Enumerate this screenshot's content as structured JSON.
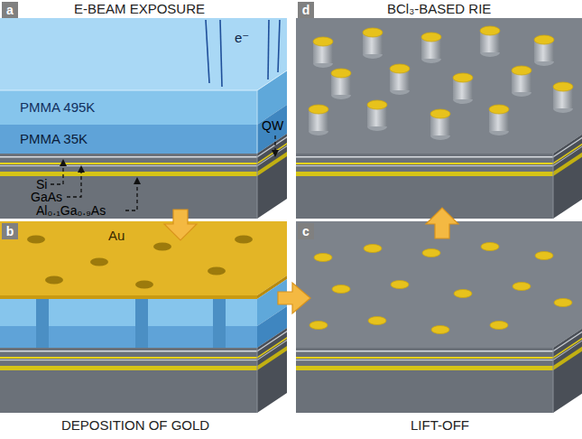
{
  "diagram": {
    "nodes": [
      {
        "text": [
          "a"
        ]
      },
      {
        "text": [
          "d"
        ]
      },
      {
        "text": [
          "b"
        ]
      },
      {
        "text": [
          "c"
        ]
      }
    ],
    "labels": [
      "E-BEAM EXPOSURE",
      "BCl₃-BASED RIE",
      "e⁻",
      "PMMA 495K",
      "PMMA 35K",
      "Si",
      "GaAs",
      "Al₀.₁Ga₀.₉As",
      "QW",
      "Au",
      "DEPOSITION OF GOLD",
      "LIFT-OFF"
    ]
  }
}
